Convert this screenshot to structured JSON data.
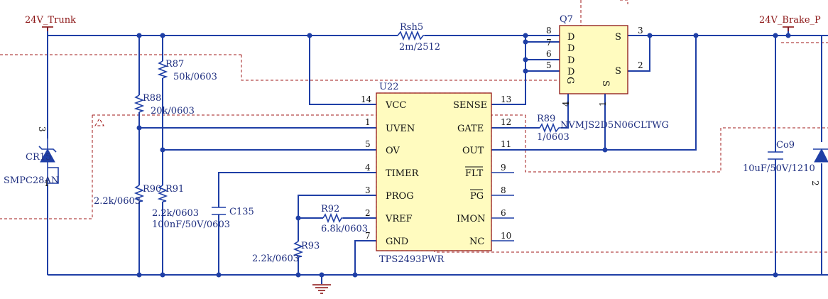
{
  "nets": {
    "input": "24V_Trunk",
    "output": "24V_Brake_P"
  },
  "ic": {
    "ref": "U22",
    "part": "TPS2493PWR",
    "left_pins": [
      {
        "num": "14",
        "name": "VCC"
      },
      {
        "num": "1",
        "name": "UVEN"
      },
      {
        "num": "5",
        "name": "OV"
      },
      {
        "num": "4",
        "name": "TIMER"
      },
      {
        "num": "3",
        "name": "PROG"
      },
      {
        "num": "2",
        "name": "VREF"
      },
      {
        "num": "7",
        "name": "GND"
      }
    ],
    "right_pins": [
      {
        "num": "13",
        "name": "SENSE"
      },
      {
        "num": "12",
        "name": "GATE"
      },
      {
        "num": "11",
        "name": "OUT"
      },
      {
        "num": "9",
        "name": "FLT"
      },
      {
        "num": "8",
        "name": "PG"
      },
      {
        "num": "6",
        "name": "IMON"
      },
      {
        "num": "10",
        "name": "NC"
      }
    ]
  },
  "mosfet": {
    "ref": "Q7",
    "part": "NVMJS2D5N06CLTWG",
    "d_pins": [
      "8",
      "7",
      "6",
      "5"
    ],
    "d_label": "D",
    "s_pins": [
      "3",
      "2"
    ],
    "s_label": "S",
    "bottom_pins": [
      "4",
      "1"
    ],
    "g_label": "G",
    "s_bottom_label": "S"
  },
  "components": {
    "rsh5": {
      "ref": "Rsh5",
      "value": "2m/2512"
    },
    "r87": {
      "ref": "R87",
      "value": "50k/0603"
    },
    "r88": {
      "ref": "R88",
      "value": "20k/0603"
    },
    "r89": {
      "ref": "R89",
      "value": "1/0603"
    },
    "r90": {
      "ref": "R90",
      "value": "2.2k/0603"
    },
    "r91": {
      "ref": "R91",
      "value": "2.2k/0603"
    },
    "r92": {
      "ref": "R92",
      "value": "6.8k/0603"
    },
    "r93": {
      "ref": "R93",
      "value": "2.2k/0603"
    },
    "c135": {
      "ref": "C135",
      "value": "100nF/50V/0603"
    },
    "co9": {
      "ref": "Co9",
      "value": "10uF/50V/1210"
    },
    "cr1": {
      "ref": "CR15",
      "value": "SMPC28AN",
      "pin_top": "3",
      "pin_bot": "1"
    },
    "d_right": {
      "pin": "2"
    }
  }
}
